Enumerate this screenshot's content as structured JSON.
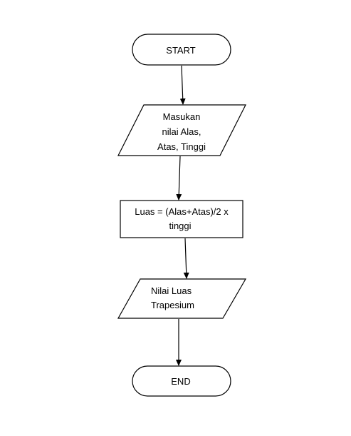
{
  "flowchart": {
    "start": {
      "label": "START"
    },
    "input": {
      "lines": [
        "Masukan",
        "nilai Alas,",
        "Atas, Tinggi"
      ]
    },
    "process": {
      "lines": [
        "Luas = (Alas+Atas)/2 x",
        "tinggi"
      ]
    },
    "output": {
      "lines": [
        "Nilai Luas",
        "Trapesium"
      ]
    },
    "end": {
      "label": "END"
    }
  }
}
